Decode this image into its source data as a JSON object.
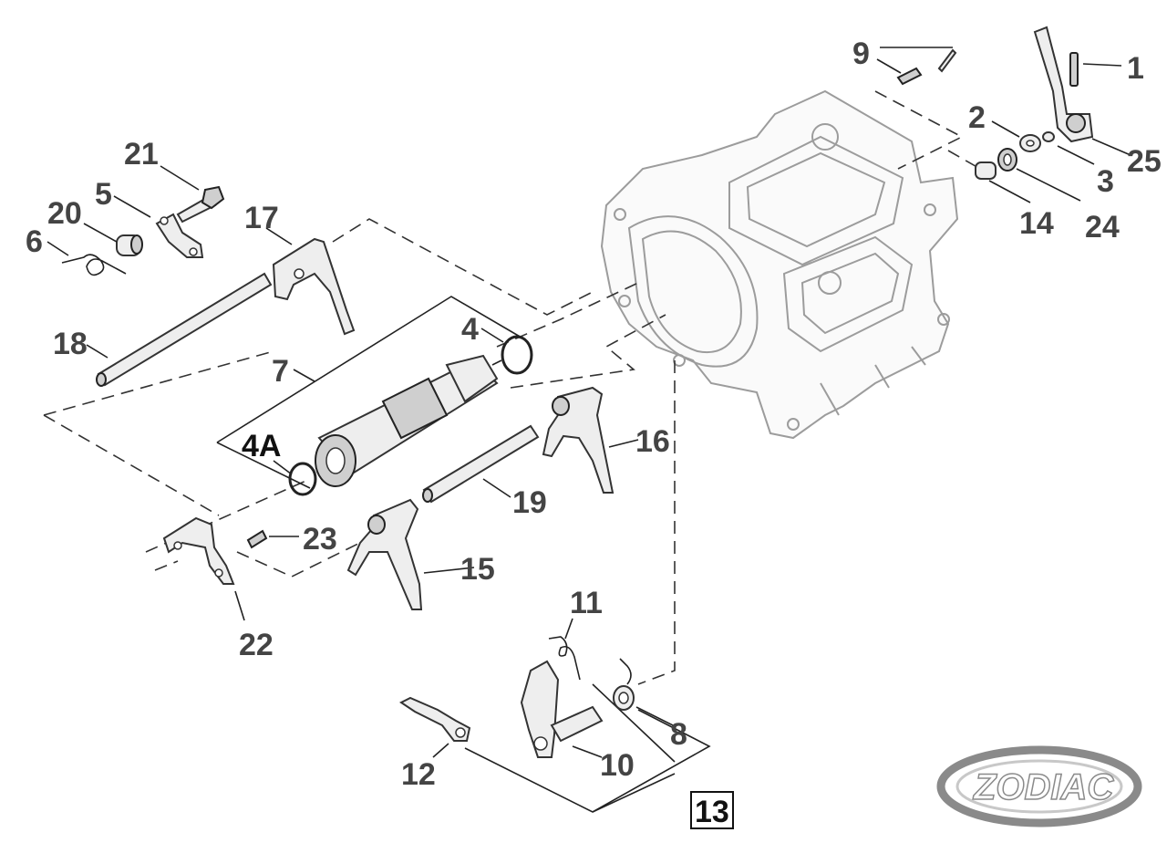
{
  "diagram": {
    "title": "Transmission shifter assembly exploded view",
    "callouts": [
      {
        "id": "c1",
        "label": "1"
      },
      {
        "id": "c2",
        "label": "2"
      },
      {
        "id": "c3",
        "label": "3"
      },
      {
        "id": "c4",
        "label": "4"
      },
      {
        "id": "c4a",
        "label": "4A"
      },
      {
        "id": "c5",
        "label": "5"
      },
      {
        "id": "c6",
        "label": "6"
      },
      {
        "id": "c7",
        "label": "7"
      },
      {
        "id": "c8",
        "label": "8"
      },
      {
        "id": "c9",
        "label": "9"
      },
      {
        "id": "c10",
        "label": "10"
      },
      {
        "id": "c11",
        "label": "11"
      },
      {
        "id": "c12",
        "label": "12"
      },
      {
        "id": "c13",
        "label": "13"
      },
      {
        "id": "c14",
        "label": "14"
      },
      {
        "id": "c15",
        "label": "15"
      },
      {
        "id": "c16",
        "label": "16"
      },
      {
        "id": "c17",
        "label": "17"
      },
      {
        "id": "c18",
        "label": "18"
      },
      {
        "id": "c19",
        "label": "19"
      },
      {
        "id": "c20",
        "label": "20"
      },
      {
        "id": "c21",
        "label": "21"
      },
      {
        "id": "c22",
        "label": "22"
      },
      {
        "id": "c23",
        "label": "23"
      },
      {
        "id": "c24",
        "label": "24"
      },
      {
        "id": "c25",
        "label": "25"
      }
    ]
  },
  "logo": {
    "text": "ZODIAC",
    "color": "#8a8a8a"
  },
  "colors": {
    "line": "#222222",
    "label": "#444444",
    "ghost": "#9c9c9c"
  }
}
